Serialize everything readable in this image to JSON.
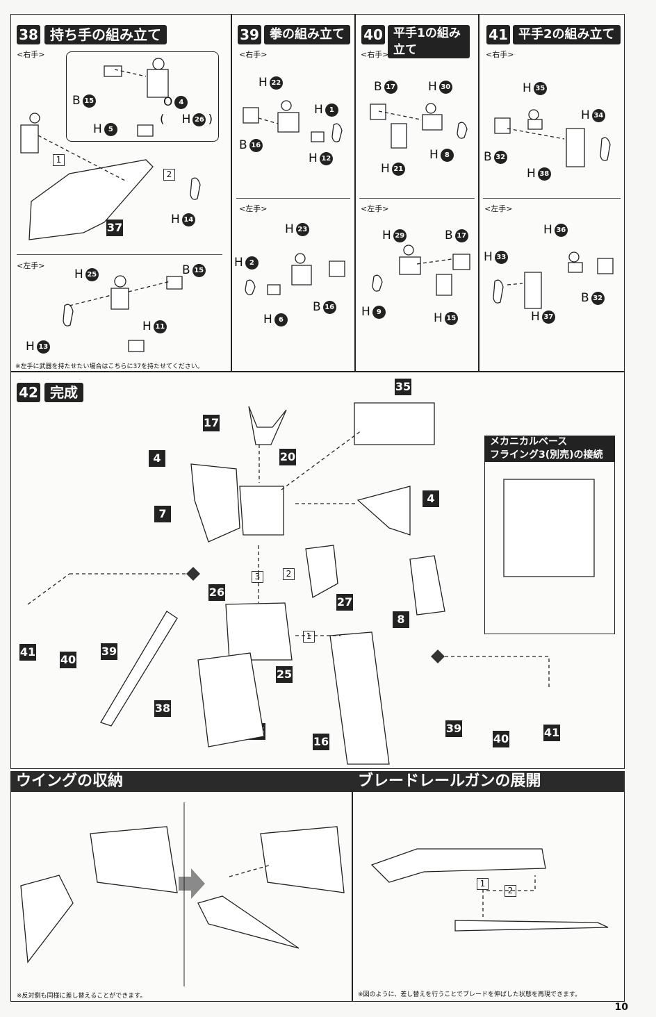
{
  "step38": {
    "num": "38",
    "title": "持ち手の組み立て",
    "right": "<右手>",
    "left": "<左手>",
    "note": "※左手に武器を持たせたい場合はこちらに37を持たせてください。",
    "parts": [
      {
        "t": "B",
        "n": "15"
      },
      {
        "t": "O",
        "n": "4"
      },
      {
        "t": "(",
        "n": "26",
        "pre": "H"
      },
      {
        "t": "H",
        "n": "5"
      },
      {
        "t": "H",
        "n": "14"
      },
      {
        "t": "H",
        "n": "25"
      },
      {
        "t": "B",
        "n": "15"
      },
      {
        "t": "H",
        "n": "11"
      },
      {
        "t": "H",
        "n": "13"
      }
    ],
    "sq": "37",
    "s1": "1",
    "s2": "2"
  },
  "step39": {
    "num": "39",
    "title": "拳の組み立て",
    "right": "<右手>",
    "left": "<左手>",
    "parts": [
      {
        "t": "H",
        "n": "22"
      },
      {
        "t": "H",
        "n": "1"
      },
      {
        "t": "B",
        "n": "16"
      },
      {
        "t": "H",
        "n": "12"
      },
      {
        "t": "H",
        "n": "23"
      },
      {
        "t": "H",
        "n": "2"
      },
      {
        "t": "B",
        "n": "16"
      },
      {
        "t": "H",
        "n": "6"
      }
    ]
  },
  "step40": {
    "num": "40",
    "title": "平手1の組み立て",
    "right": "<右手>",
    "left": "<左手>",
    "parts": [
      {
        "t": "B",
        "n": "17"
      },
      {
        "t": "H",
        "n": "30"
      },
      {
        "t": "H",
        "n": "8"
      },
      {
        "t": "H",
        "n": "21"
      },
      {
        "t": "H",
        "n": "29"
      },
      {
        "t": "B",
        "n": "17"
      },
      {
        "t": "H",
        "n": "9"
      },
      {
        "t": "H",
        "n": "15"
      }
    ]
  },
  "step41": {
    "num": "41",
    "title": "平手2の組み立て",
    "right": "<右手>",
    "left": "<左手>",
    "parts": [
      {
        "t": "H",
        "n": "35"
      },
      {
        "t": "H",
        "n": "34"
      },
      {
        "t": "B",
        "n": "32"
      },
      {
        "t": "H",
        "n": "38"
      },
      {
        "t": "H",
        "n": "36"
      },
      {
        "t": "H",
        "n": "33"
      },
      {
        "t": "B",
        "n": "32"
      },
      {
        "t": "H",
        "n": "37"
      }
    ]
  },
  "step42": {
    "num": "42",
    "title": "完成",
    "inset": "メカニカルベース\nフライング3(別売)の接続",
    "labels": [
      "17",
      "35",
      "4",
      "20",
      "7",
      "4",
      "26",
      "27",
      "8",
      "41",
      "40",
      "39",
      "38",
      "15",
      "25",
      "16",
      "39",
      "40",
      "41"
    ],
    "s1": "1",
    "s2": "2",
    "s3": "3"
  },
  "wing": {
    "title": "ウイングの収納",
    "note": "※反対側も同様に差し替えることができます。"
  },
  "blade": {
    "title": "ブレードレールガンの展開",
    "note": "※図のように、差し替えを行うことでブレードを伸ばした状態を再現できます。",
    "s1": "1",
    "s2": "2"
  },
  "page_number": "10"
}
